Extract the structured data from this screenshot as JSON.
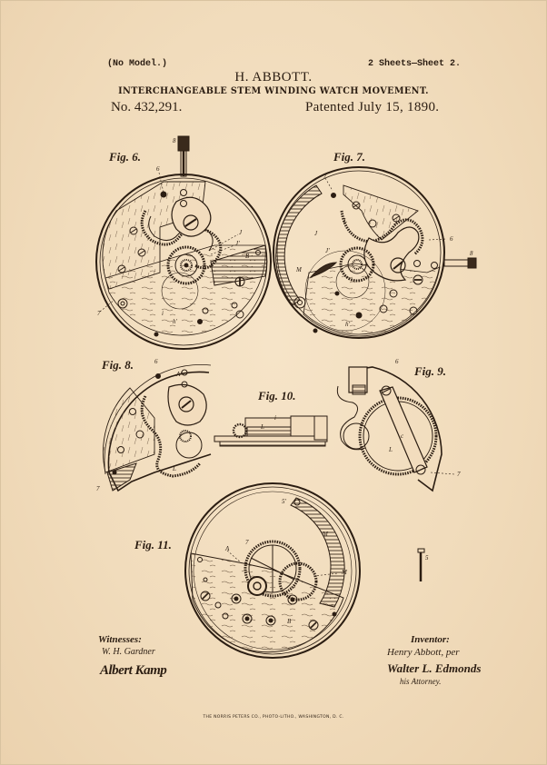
{
  "header": {
    "model_note": "(No Model.)",
    "sheet_info": "2 Sheets—Sheet 2.",
    "inventor": "H. ABBOTT.",
    "title": "INTERCHANGEABLE STEM WINDING WATCH MOVEMENT.",
    "patent_number": "No. 432,291.",
    "patent_date": "Patented July 15, 1890."
  },
  "figures": [
    {
      "id": "fig6",
      "label": "Fig. 6."
    },
    {
      "id": "fig7",
      "label": "Fig. 7."
    },
    {
      "id": "fig8",
      "label": "Fig. 8."
    },
    {
      "id": "fig9",
      "label": "Fig. 9."
    },
    {
      "id": "fig10",
      "label": "Fig. 10."
    },
    {
      "id": "fig11",
      "label": "Fig. 11."
    }
  ],
  "signatures": {
    "witnesses_label": "Witnesses:",
    "witness_1": "W. H. Gardner",
    "witness_2": "Albert Kamp",
    "inventor_label": "Inventor:",
    "inventor_name": "Henry Abbott, per",
    "attorney_name": "Walter L. Edmonds",
    "attorney_label": "his Attorney."
  },
  "footer": {
    "printer": "THE NORRIS PETERS CO., PHOTO-LITHO., WASHINGTON, D. C."
  },
  "colors": {
    "paper": "#f2dcbd",
    "ink": "#2b1d12"
  }
}
